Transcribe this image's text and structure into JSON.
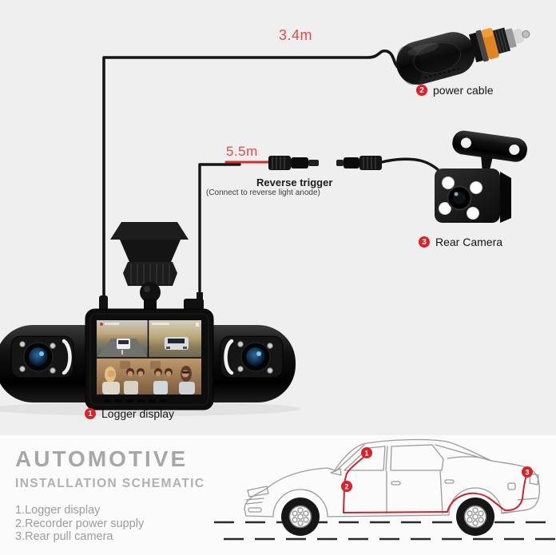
{
  "colors": {
    "accent_red": "#dd2128",
    "length_label_red": "#e24b4b",
    "routing_red": "#cf2430",
    "cable_black": "#151515",
    "orange_band": "#e2831d",
    "bg_top": "#efefef",
    "bg_bottom": "#fbfbfb",
    "heading_gray": "#a7a7a7"
  },
  "top_diagram": {
    "power_cable": {
      "length": "3.4m",
      "badge": "2",
      "label": "power cable"
    },
    "trigger": {
      "length": "5.5m",
      "title": "Reverse trigger",
      "subtitle": "(Connect to reverse light anode)"
    },
    "rear_camera": {
      "badge": "3",
      "label": "Rear Camera"
    },
    "logger": {
      "badge": "1",
      "label": "Logger display"
    }
  },
  "schematic": {
    "title": "AUTOMOTIVE",
    "subtitle": "INSTALLATION SCHEMATIC",
    "legend": [
      "1.Logger display",
      "2.Recorder power supply",
      "3.Rear pull camera"
    ],
    "markers": {
      "m1": "1",
      "m2": "2",
      "m3": "3"
    }
  }
}
